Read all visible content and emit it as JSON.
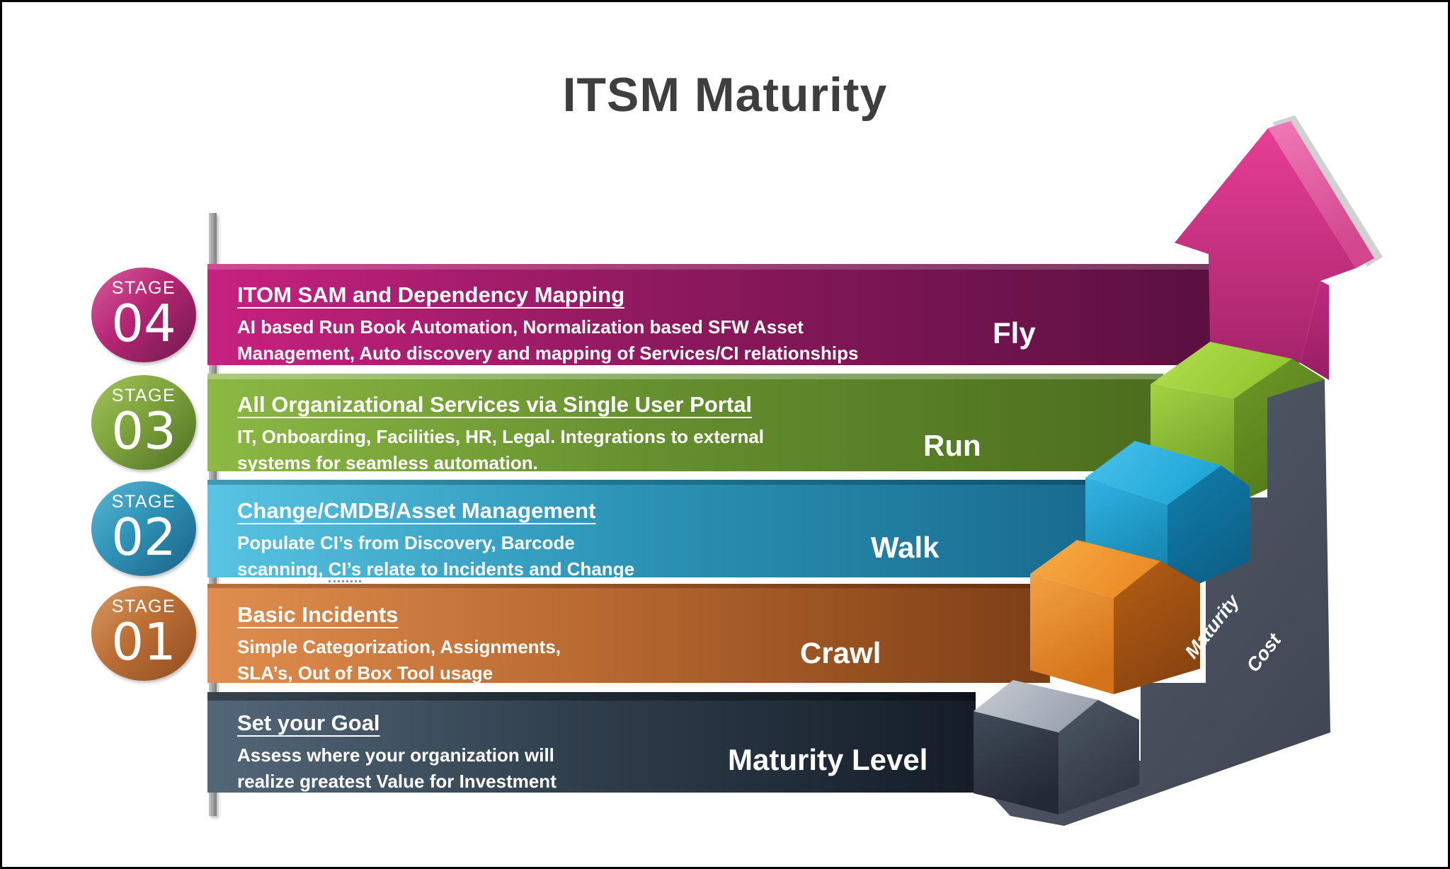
{
  "title": "ITSM Maturity",
  "rows": [
    {
      "stage_word": "STAGE",
      "stage_number": "04",
      "heading": "ITOM SAM and Dependency Mapping",
      "body_lines": [
        "AI based Run Book Automation, Normalization based SFW Asset",
        "Management, Auto discovery and mapping of Services/CI relationships"
      ],
      "level_label": "Fly",
      "colors": {
        "bar_left": "#c7217f",
        "bar_mid": "#8e195e",
        "bar_right": "#5a1040",
        "circle_light": "#d75f9f",
        "circle_mid": "#b62573",
        "circle_dark": "#6d1b4c"
      }
    },
    {
      "stage_word": "STAGE",
      "stage_number": "03",
      "heading": "All Organizational Services via Single User Portal",
      "body_lines": [
        "IT, Onboarding, Facilities, HR, Legal.  Integrations to external",
        "systems for seamless automation."
      ],
      "level_label": "Run",
      "colors": {
        "bar_left": "#8cb843",
        "bar_mid": "#66912f",
        "bar_right": "#4b6d1e",
        "circle_light": "#a3c45c",
        "circle_mid": "#7ea23c",
        "circle_dark": "#4f7026"
      }
    },
    {
      "stage_word": "STAGE",
      "stage_number": "02",
      "heading": "Change/CMDB/Asset Management",
      "body_lines": [
        "Populate CI’s from Discovery, Barcode",
        "scanning, CI’s relate to Incidents and Change"
      ],
      "highlight_terms": [
        "CI’s"
      ],
      "level_label": "Walk",
      "colors": {
        "bar_left": "#58c3e3",
        "bar_mid": "#2d95b8",
        "bar_right": "#176a8e",
        "circle_light": "#5cb6d4",
        "circle_mid": "#2f93b7",
        "circle_dark": "#1c6183"
      }
    },
    {
      "stage_word": "STAGE",
      "stage_number": "01",
      "heading": "Basic Incidents",
      "body_lines": [
        "Simple Categorization, Assignments,",
        "SLA’s, Out of Box Tool usage"
      ],
      "level_label": "Crawl",
      "colors": {
        "bar_left": "#e08d4f",
        "bar_mid": "#b96a31",
        "bar_right": "#7d3e15",
        "circle_light": "#d89a64",
        "circle_mid": "#bc6f35",
        "circle_dark": "#8f4d20"
      }
    },
    {
      "heading": "Set your Goal",
      "body_lines": [
        "Assess where your organization will",
        "realize greatest Value for Investment"
      ],
      "level_label": "Maturity Level",
      "colors": {
        "bar_left": "#536779",
        "bar_mid": "#32414f",
        "bar_right": "#141d28"
      }
    }
  ],
  "stairs": {
    "maturity_label": "Maturity",
    "cost_label": "Cost",
    "colors": {
      "slate_light": "#575f6e",
      "slate_dark": "#3d4552",
      "arrow_front_top": "#e73e96",
      "arrow_front_bottom": "#a6246b",
      "arrow_side_light": "#ef7ab8",
      "arrow_side_dark": "#d2468d",
      "arrow_stem_light": "#c12a7e",
      "arrow_stem_dark": "#951f63",
      "arrow_shadow": "#c9c9c9",
      "green_top_light": "#b4e052",
      "green_top_dark": "#93c631",
      "green_front_light": "#a2d342",
      "green_front_dark": "#6fa028",
      "green_right_light": "#6f9a28",
      "green_right_dark": "#527a18",
      "blue_top_light": "#49c3ec",
      "blue_top_dark": "#1fa6d6",
      "blue_front_light": "#31b4e4",
      "blue_front_dark": "#1483ad",
      "blue_right_light": "#1180ac",
      "blue_right_dark": "#0c5f87",
      "orange_top_light": "#f7ad49",
      "orange_top_dark": "#ec8b25",
      "orange_front_light": "#f2a143",
      "orange_front_dark": "#d4731a",
      "orange_right_light": "#b65e14",
      "orange_right_dark": "#8a4410",
      "gray_top_light": "#c8cdd6",
      "gray_top_dark": "#9aa2ae",
      "gray_front_light": "#414b59",
      "gray_front_dark": "#222a35",
      "gray_right_light": "#4e5865",
      "gray_right_dark": "#2f3843"
    }
  }
}
